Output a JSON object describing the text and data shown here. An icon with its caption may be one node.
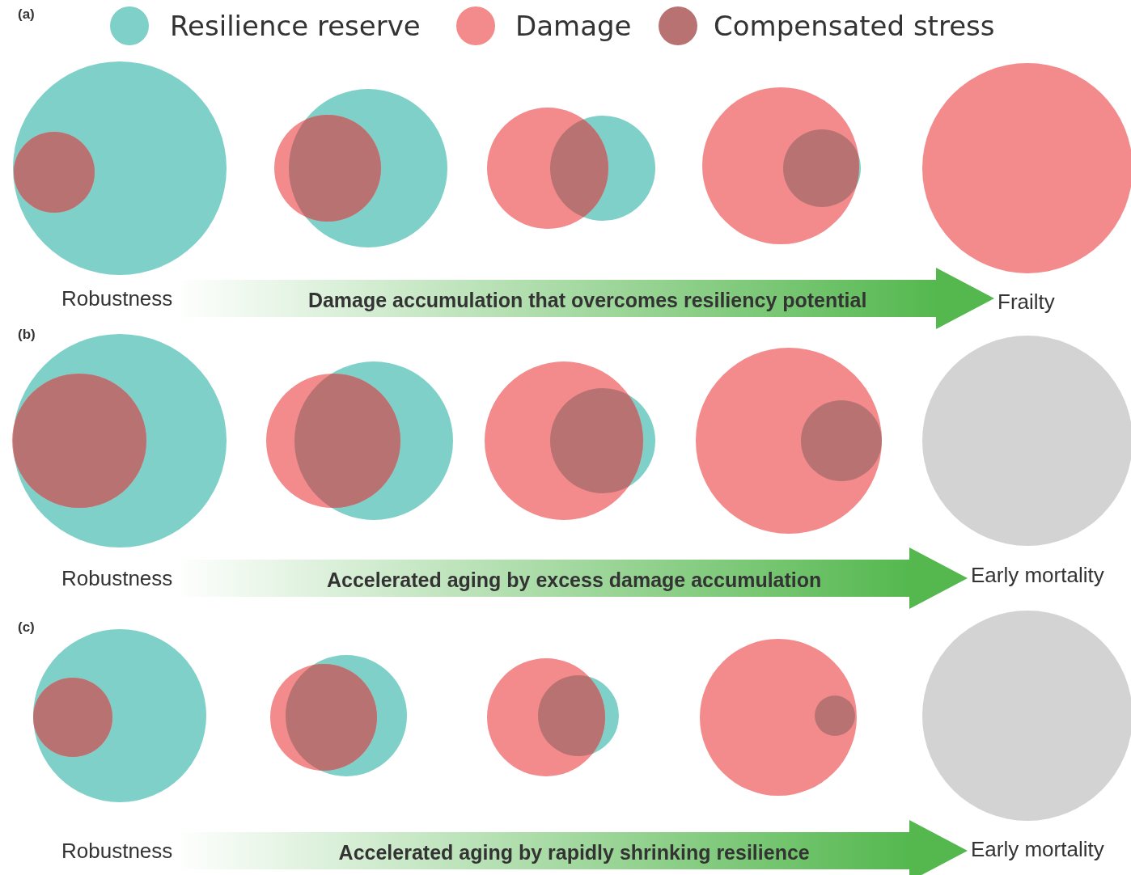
{
  "diagram": {
    "nodes": [
      {
        "text": [
          "Robustness"
        ]
      },
      {
        "text": [
          "Frailty"
        ]
      },
      {
        "text": [
          "Robustness"
        ]
      },
      {
        "text": [
          "Early mortality"
        ]
      },
      {
        "text": [
          "Robustness"
        ]
      },
      {
        "text": [
          "Early mortality"
        ]
      }
    ],
    "edges": [
      {
        "from": 0,
        "to": 1,
        "arrow": "to",
        "label": "Damage accumulation that overcomes resiliency potential"
      },
      {
        "from": 2,
        "to": 3,
        "arrow": "to",
        "label": "Accelerated aging by excess damage accumulation"
      },
      {
        "from": 4,
        "to": 5,
        "arrow": "to",
        "label": "Accelerated aging by rapidly shrinking resilience"
      }
    ],
    "labels": [
      "(a)",
      "(b)",
      "(c)"
    ],
    "legend": [
      {
        "text": "Resilience reserve",
        "color": "#7fd0c8"
      },
      {
        "text": "Damage",
        "color": "#f38a8c"
      },
      {
        "text": "Compensated stress",
        "color": "#b97272"
      }
    ]
  }
}
